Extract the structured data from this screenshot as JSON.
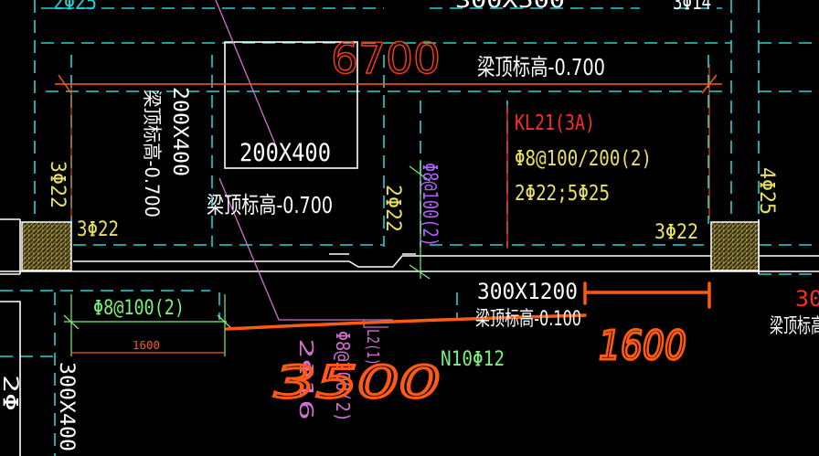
{
  "colors": {
    "background": "#000000",
    "cyan": "#22d3d3",
    "white": "#ffffff",
    "red": "#ff2a2a",
    "orange": "#ff5a14",
    "yellow": "#e8e060",
    "green": "#7cf07c",
    "magenta": "#d070d0",
    "purple": "#b060ff",
    "hatch": "#8a7a30"
  },
  "labels": {
    "top_left_partial": "2Φ25",
    "top_center_partial": "300X500",
    "top_right_partial": "3Φ14",
    "handwritten_6700": "6700",
    "beam_elev_top": "梁顶标高-0.700",
    "box_size": "200X400",
    "vert_size": "200X400",
    "vert_elev": "梁顶标高-0.700",
    "mid_elev": "梁顶标高-0.700",
    "left_3phi22_vert": "3Φ22",
    "left_3phi22": "3Φ22",
    "mid_2phi22": "2Φ22",
    "mid_stirrup_vert": "Φ8@100(2)",
    "beam_name": "KL21(3A)",
    "beam_stirrup": "Φ8@100/200(2)",
    "beam_bars": "2Φ22;5Φ25",
    "right_3phi22": "3Φ22",
    "right_4phi25": "4Φ25",
    "beam_size": "300X1200",
    "beam_elev_low": "梁顶标高-0.100",
    "left_stirrup": "Φ8@100(2)",
    "dim_1600": "1600",
    "n10": "N10Φ12",
    "magenta_l": "L2(1)",
    "magenta_stirrup": "Φ8@200(2)",
    "magenta_bars": "2Φ16",
    "handwritten_3500": "3500",
    "handwritten_1600": "1600",
    "bottom_left_size": "300X400",
    "bottom_left_partial": "2Φ",
    "right_partial_30": "30",
    "right_partial_elev": "梁顶标高"
  }
}
